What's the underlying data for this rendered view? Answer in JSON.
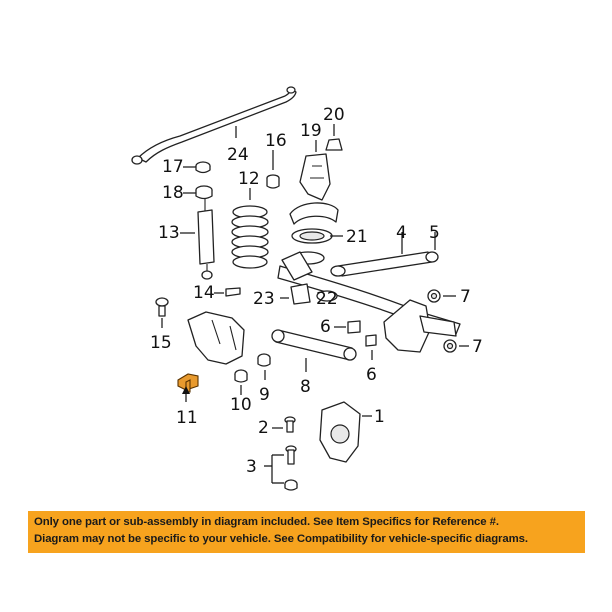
{
  "callouts": {
    "c1": "1",
    "c2": "2",
    "c3": "3",
    "c4": "4",
    "c5": "5",
    "c6a": "6",
    "c6b": "6",
    "c7a": "7",
    "c7b": "7",
    "c8": "8",
    "c9": "9",
    "c10": "10",
    "c11": "11",
    "c12": "12",
    "c13": "13",
    "c14": "14",
    "c15": "15",
    "c16": "16",
    "c17": "17",
    "c18": "18",
    "c19": "19",
    "c20": "20",
    "c21": "21",
    "c22": "22",
    "c23": "23",
    "c24": "24"
  },
  "highlight_color": "#e89a2e",
  "notice": {
    "background": "#f7a31e",
    "line1": "Only one part or sub-assembly in diagram included. See Item Specifics for Reference #.",
    "line2": "Diagram may not be specific to your vehicle. See Compatibility for vehicle-specific diagrams."
  }
}
